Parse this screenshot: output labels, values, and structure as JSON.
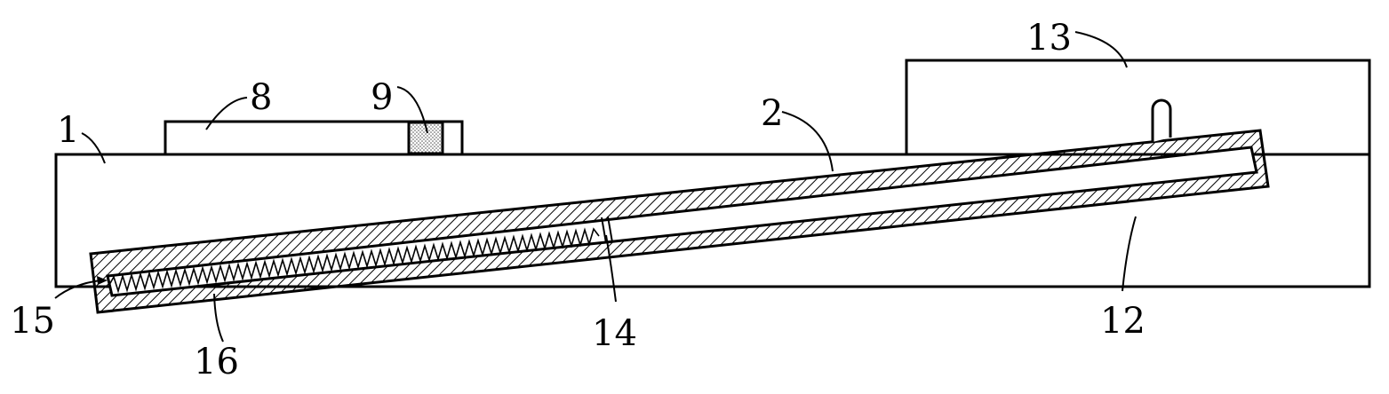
{
  "figure": {
    "part_labels": {
      "base": "1",
      "inclined_tube": "2",
      "plate": "8",
      "block": "9",
      "inner_chamber": "12",
      "upper_box": "13",
      "piston": "14",
      "end_point": "15",
      "spring": "16"
    },
    "colors": {
      "line": "#000000",
      "background": "#ffffff",
      "block_fill": "#e6e6e6"
    }
  }
}
